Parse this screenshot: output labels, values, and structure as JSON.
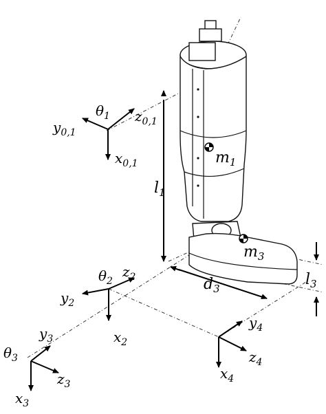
{
  "frames": {
    "f01": {
      "theta": "θ",
      "theta_sub": "1",
      "x": "x",
      "x_sub": "0,1",
      "y": "y",
      "y_sub": "0,1",
      "z": "z",
      "z_sub": "0,1"
    },
    "f2": {
      "theta": "θ",
      "theta_sub": "2",
      "x": "x",
      "x_sub": "2",
      "y": "y",
      "y_sub": "2",
      "z": "z",
      "z_sub": "2"
    },
    "f3": {
      "theta": "θ",
      "theta_sub": "3",
      "x": "x",
      "x_sub": "3",
      "y": "y",
      "y_sub": "3",
      "z": "z",
      "z_sub": "3"
    },
    "f4": {
      "x": "x",
      "x_sub": "4",
      "y": "y",
      "y_sub": "4",
      "z": "z",
      "z_sub": "4"
    }
  },
  "dimensions": {
    "l1": {
      "main": "l",
      "sub": "1"
    },
    "d3": {
      "main": "d",
      "sub": "3"
    },
    "l3": {
      "main": "l",
      "sub": "3"
    }
  },
  "masses": {
    "m1": {
      "main": "m",
      "sub": "1"
    },
    "m3": {
      "main": "m",
      "sub": "3"
    }
  }
}
